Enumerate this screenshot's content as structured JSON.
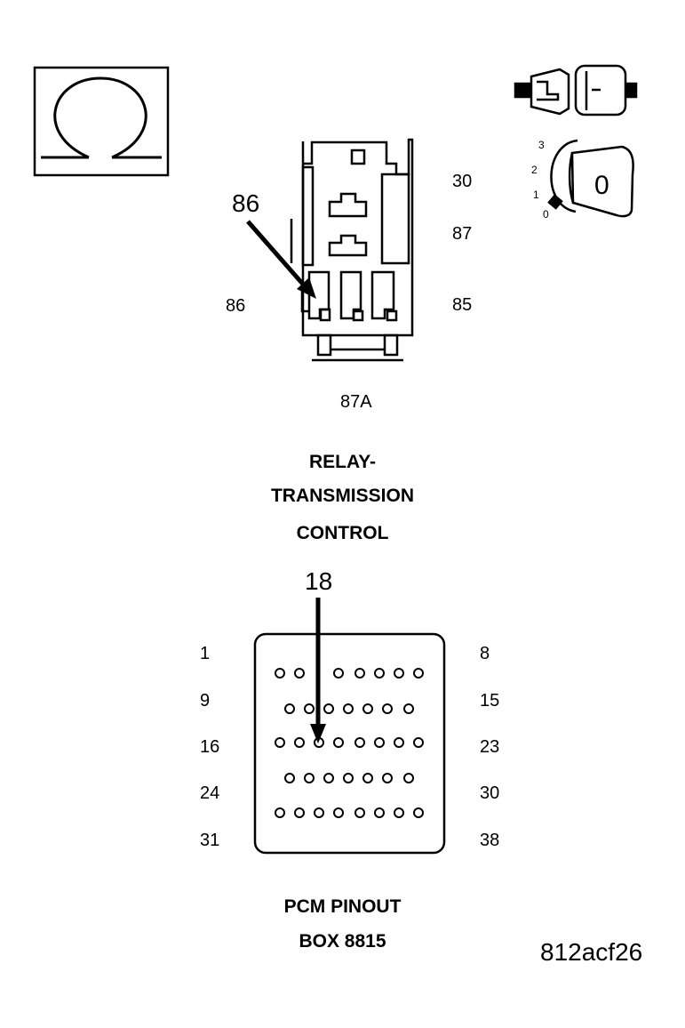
{
  "relay": {
    "callout": "86",
    "pins": {
      "p30": "30",
      "p87": "87",
      "p86": "86",
      "p85": "85",
      "p87a": "87A"
    },
    "title": [
      "RELAY-",
      "TRANSMISSION",
      "CONTROL"
    ]
  },
  "ignition": {
    "positions": [
      "3",
      "2",
      "1",
      "0"
    ],
    "key_mark": "0"
  },
  "pcm": {
    "callout": "18",
    "left_labels": [
      "1",
      "9",
      "16",
      "24",
      "31"
    ],
    "right_labels": [
      "8",
      "15",
      "23",
      "30",
      "38"
    ],
    "title": [
      "PCM PINOUT",
      "BOX 8815"
    ]
  },
  "figure_id": "812acf26"
}
